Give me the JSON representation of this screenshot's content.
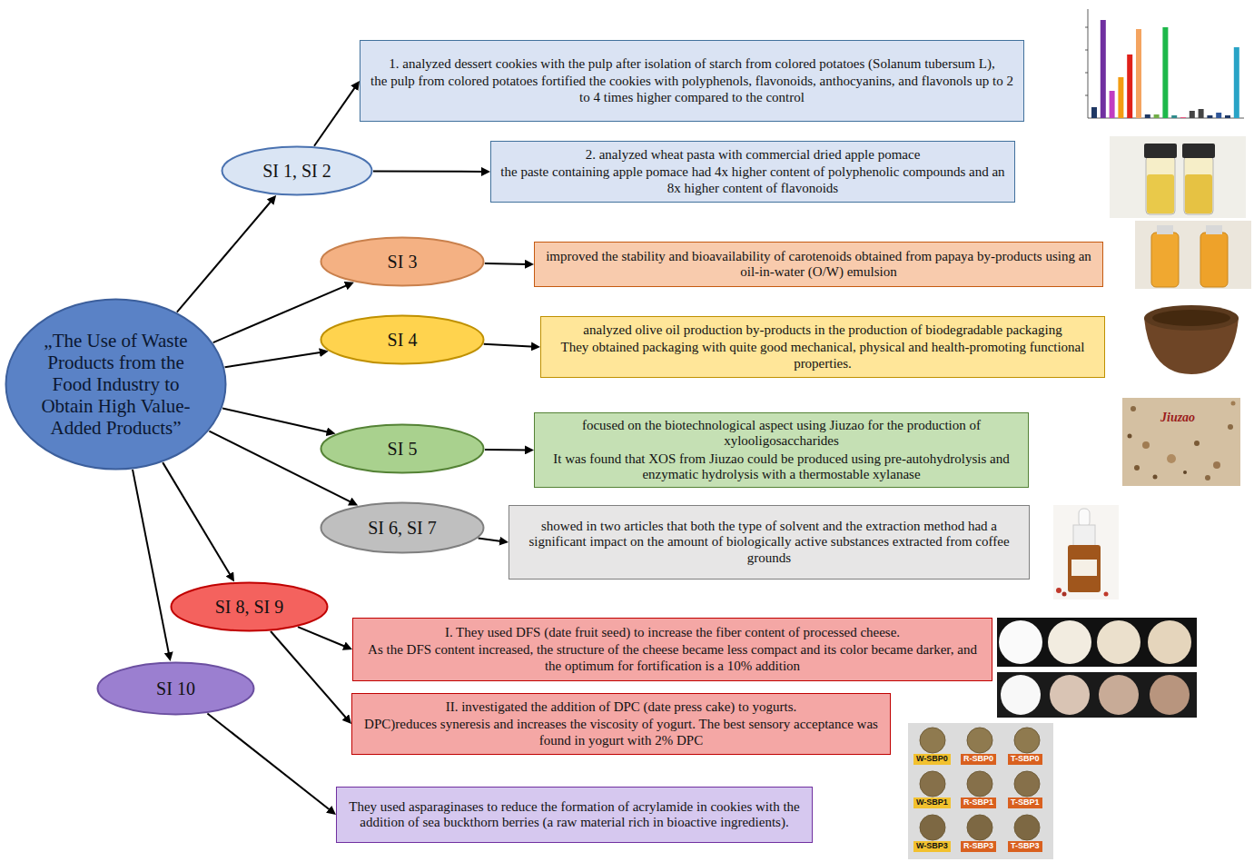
{
  "diagram": {
    "nodes": [
      {
        "text": [
          "„The Use of Waste Products from the Food Industry to Obtain High Value-Added Products”"
        ]
      },
      {
        "text": [
          "SI 1, SI 2"
        ]
      },
      {
        "text": [
          "1. analyzed dessert cookies with the pulp after isolation of starch from colored potatoes (Solanum tubersum L),",
          "the pulp from colored potatoes fortified the cookies with polyphenols, flavonoids, anthocyanins, and flavonols up to 2 to 4 times higher compared to the control"
        ]
      },
      {
        "text": [
          "2. analyzed wheat pasta with commercial dried apple pomace",
          "the paste containing apple pomace had 4x higher content of polyphenolic compounds and an 8x higher content of flavonoids"
        ]
      },
      {
        "text": [
          "SI 3"
        ]
      },
      {
        "text": [
          "improved the stability and bioavailability of carotenoids obtained from papaya by-products using an oil-in-water (O/W) emulsion"
        ]
      },
      {
        "text": [
          "SI 4"
        ]
      },
      {
        "text": [
          "analyzed olive oil production by-products in the production of biodegradable packaging",
          "They obtained packaging with quite good mechanical, physical and health-promoting functional properties."
        ]
      },
      {
        "text": [
          "SI 5"
        ]
      },
      {
        "text": [
          "focused on the biotechnological aspect using Jiuzao for the production of xylooligosaccharides",
          "It was found that XOS from Jiuzao could be produced using pre-autohydrolysis and enzymatic hydrolysis with a thermostable xylanase"
        ]
      },
      {
        "text": [
          "SI 6, SI 7"
        ]
      },
      {
        "text": [
          "showed in two articles that both the type of solvent and the extraction method had a significant impact on the amount of biologically active substances extracted from coffee grounds"
        ]
      },
      {
        "text": [
          "SI 8, SI 9"
        ]
      },
      {
        "text": [
          "I. They used DFS (date fruit seed) to increase the fiber content of processed cheese.",
          "As the DFS content increased, the structure of the cheese became less compact and its color became darker, and the optimum for fortification is a 10% addition"
        ]
      },
      {
        "text": [
          "II. investigated the addition of DPC (date press cake) to yogurts.",
          "DPC)reduces syneresis and increases the viscosity of yogurt. The best sensory acceptance was found in yogurt with 2% DPC"
        ]
      },
      {
        "text": [
          "SI 10"
        ]
      },
      {
        "text": [
          "They used asparaginases to reduce the formation of acrylamide in cookies with the addition of sea buckthorn berries (a raw material rich in bioactive ingredients)."
        ]
      }
    ],
    "edges": [
      {
        "from": 0,
        "to": 1,
        "arrow": "to"
      },
      {
        "from": 1,
        "to": 2,
        "arrow": "to"
      },
      {
        "from": 1,
        "to": 3,
        "arrow": "to"
      },
      {
        "from": 0,
        "to": 4,
        "arrow": "to"
      },
      {
        "from": 4,
        "to": 5,
        "arrow": "to"
      },
      {
        "from": 0,
        "to": 6,
        "arrow": "to"
      },
      {
        "from": 6,
        "to": 7,
        "arrow": "to"
      },
      {
        "from": 0,
        "to": 8,
        "arrow": "to"
      },
      {
        "from": 8,
        "to": 9,
        "arrow": "to"
      },
      {
        "from": 0,
        "to": 10,
        "arrow": "to"
      },
      {
        "from": 10,
        "to": 11,
        "arrow": "to"
      },
      {
        "from": 0,
        "to": 12,
        "arrow": "to"
      },
      {
        "from": 12,
        "to": 13,
        "arrow": "to"
      },
      {
        "from": 12,
        "to": 14,
        "arrow": "to"
      },
      {
        "from": 0,
        "to": 15,
        "arrow": "to"
      },
      {
        "from": 15,
        "to": 16,
        "arrow": "to"
      }
    ],
    "labels": [
      "Jiuzao",
      "W-SBP0",
      "R-SBP0",
      "T-SBP0",
      "W-SBP1",
      "R-SBP1",
      "T-SBP1",
      "W-SBP3",
      "R-SBP3",
      "T-SBP3"
    ]
  }
}
